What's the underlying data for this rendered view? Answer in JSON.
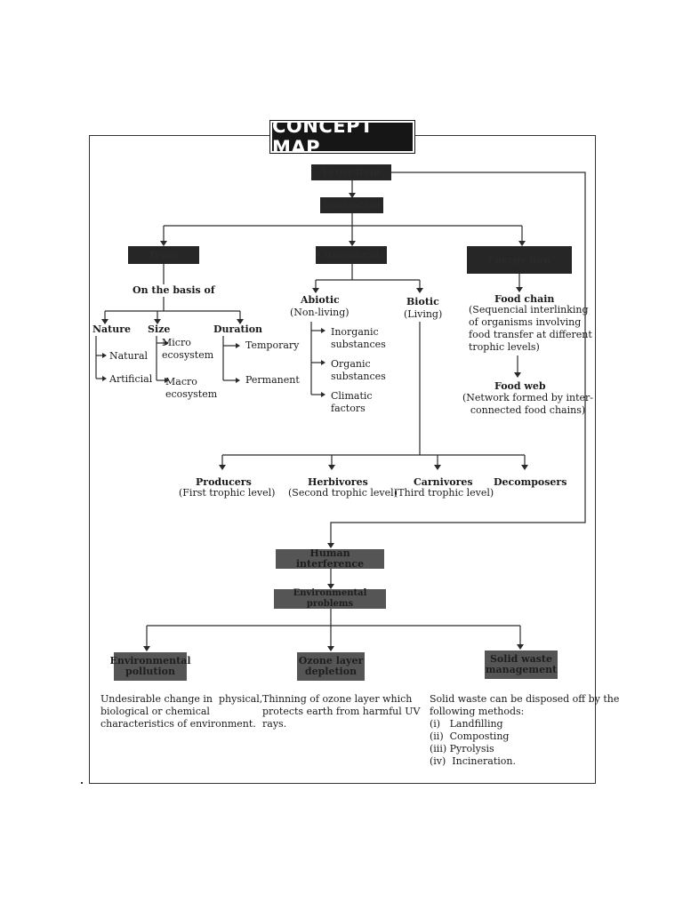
{
  "banner": "CONCEPT MAP",
  "boxes": {
    "top": "Ecosystem",
    "second": "Ecosystem",
    "left": "Types",
    "middle": "Components",
    "right": "Energy flow",
    "human": "Human interference",
    "problems": "Environmental problems",
    "pollution": "Environmental pollution",
    "ozone": "Ozone layer depletion",
    "solid": "Solid waste management"
  },
  "types": {
    "basis": "On the basis of",
    "nature": "Nature",
    "size": "Size",
    "duration": "Duration",
    "natural": "Natural",
    "artificial": "Artificial",
    "micro": "Micro\necosystem",
    "macro": "Macro\necosystem",
    "temporary": "Temporary",
    "permanent": "Permanent"
  },
  "components": {
    "abiotic": "Abiotic",
    "abiotic_sub": "(Non-living)",
    "biotic": "Biotic",
    "biotic_sub": "(Living)",
    "inorganic": "Inorganic\nsubstances",
    "organic": "Organic\nsubstances",
    "climatic": "Climatic\nfactors"
  },
  "energy": {
    "food_chain": "Food chain",
    "food_chain_desc": "(Sequencial interlinking\nof organisms involving\nfood transfer at different\ntrophic levels)",
    "food_web": "Food web",
    "food_web_desc": "(Network formed by inter-\nconnected food chains)"
  },
  "trophic": [
    {
      "name": "Producers",
      "level": "(First trophic level)"
    },
    {
      "name": "Herbivores",
      "level": "(Second trophic level)"
    },
    {
      "name": "Carnivores",
      "level": "(Third trophic level)"
    },
    {
      "name": "Decomposers",
      "level": ""
    }
  ],
  "problems_desc": {
    "pollution": "Undesirable change in  physical,\nbiological or chemical\ncharacteristics of environment.",
    "ozone": "Thinning of ozone layer which\nprotects earth from harmful UV\nrays.",
    "solid_intro": "Solid waste can be disposed off by the\nfollowing methods:",
    "methods": [
      "(i)   Landfilling",
      "(ii)  Composting",
      "(iii) Pyrolysis",
      "(iv)  Incineration."
    ]
  }
}
